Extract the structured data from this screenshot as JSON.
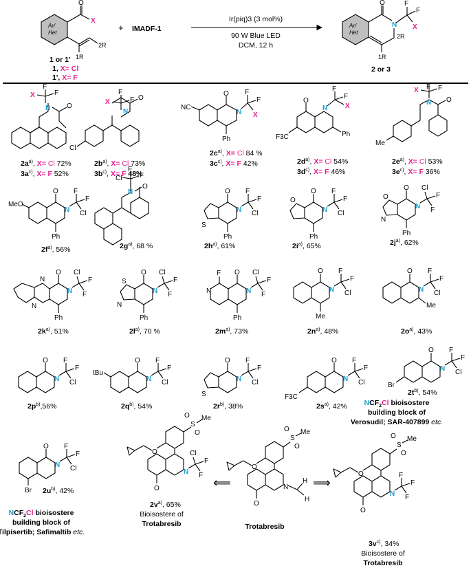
{
  "colors": {
    "pink": "#e61e8c",
    "blue": "#1ea0d2",
    "line": "#000000",
    "ring_fill": "#bfbfbf"
  },
  "header": {
    "ring_label_1": "Ar/",
    "ring_label_2": "Het",
    "x_group": "X",
    "r1": "1R",
    "r2": "2R",
    "plus": "+",
    "reagent": "IMADF-1",
    "catalyst": "Ir(piq)3 (3 mol%)",
    "light": "90 W Blue LED",
    "conditions": "DCM, 12 h",
    "sm_label": "1 or 1'",
    "sm_def1_num": "1,",
    "sm_def1_x": "X=",
    "sm_def1_val": "Cl",
    "sm_def2_num": "1',",
    "sm_def2_x": "X=",
    "sm_def2_val": "F",
    "prod_label": "2 or 3"
  },
  "products": {
    "p2a": {
      "num": "2a",
      "sup": "a)",
      "x": "X=",
      "val": "Cl",
      "yield": "72%"
    },
    "p3a": {
      "num": "3a",
      "sup": "c)",
      "x": "X=",
      "val": "F",
      "yield": "52%"
    },
    "p2b": {
      "num": "2b",
      "sup": "a)",
      "x": "X=",
      "val": "Cl",
      "yield": "73%"
    },
    "p3b": {
      "num": "3b",
      "sup": "c)",
      "x": "X=",
      "val": "F",
      "yield": "48%"
    },
    "p2c": {
      "num": "2c",
      "sup": "a)",
      "x": "X=",
      "val": "Cl",
      "yield": "84 %"
    },
    "p3c": {
      "num": "3c",
      "sup": "c)",
      "x": "X=",
      "val": "F",
      "yield": "42%"
    },
    "p2d": {
      "num": "2d",
      "sup": "a)",
      "x": "X=",
      "val": "Cl",
      "yield": "54%"
    },
    "p3d": {
      "num": "3d",
      "sup": "c)",
      "x": "X=",
      "val": "F",
      "yield": "46%"
    },
    "p2e": {
      "num": "2e",
      "sup": "a)",
      "x": "X=",
      "val": "Cl",
      "yield": "53%"
    },
    "p3e": {
      "num": "3e",
      "sup": "c)",
      "x": "X=",
      "val": "F",
      "yield": "36%"
    },
    "p2f": {
      "num": "2f",
      "sup": "a)",
      "yield": "56%"
    },
    "p2g": {
      "num": "2g",
      "sup": "a)",
      "yield": "68 %"
    },
    "p2h": {
      "num": "2h",
      "sup": "a)",
      "yield": "61%"
    },
    "p2i": {
      "num": "2i",
      "sup": "a)",
      "yield": "65%"
    },
    "p2j": {
      "num": "2j",
      "sup": "a)",
      "yield": "62%"
    },
    "p2k": {
      "num": "2k",
      "sup": "a)",
      "yield": "51%"
    },
    "p2l": {
      "num": "2l",
      "sup": "a)",
      "yield": "70 %"
    },
    "p2m": {
      "num": "2m",
      "sup": "a)",
      "yield": "73%"
    },
    "p2n": {
      "num": "2n",
      "sup": "a)",
      "yield": "48%"
    },
    "p2o": {
      "num": "2o",
      "sup": "a)",
      "yield": "43%"
    },
    "p2p": {
      "num": "2p",
      "sup": "b)",
      "yield": "56%"
    },
    "p2q": {
      "num": "2q",
      "sup": "b)",
      "yield": "54%"
    },
    "p2r": {
      "num": "2r",
      "sup": "b)",
      "yield": "38%"
    },
    "p2s": {
      "num": "2s",
      "sup": "a)",
      "yield": "42%"
    },
    "p2t": {
      "num": "2t",
      "sup": "b)",
      "yield": "54%"
    },
    "p2u": {
      "num": "2u",
      "sup": "b)",
      "yield": "42%"
    },
    "p2v": {
      "num": "2v",
      "sup": "a)",
      "yield": "65%"
    },
    "p3v": {
      "num": "3v",
      "sup": "c)",
      "yield": "34%"
    }
  },
  "atoms": {
    "O": "O",
    "N": "N",
    "F": "F",
    "Cl": "Cl",
    "X": "X",
    "Ph": "Ph",
    "MeO": "MeO",
    "NC": "NC",
    "F3C": "F3C",
    "Me": "Me",
    "S": "S",
    "Br": "Br",
    "H": "H",
    "tBu": "tBu",
    "SO2Me_S": "S",
    "SO2Me_Me": "Me"
  },
  "notes": {
    "t_line1_a": "N",
    "t_line1_b": "CF",
    "t_line1_c": "2",
    "t_line1_d": "Cl",
    "t_line1_e": " bioisostere",
    "t_line2": "building block of",
    "t_line3": "Verosudil; SAR-407899",
    "t_line3_etc": " etc.",
    "u_line3": "Tilpisertib; Safimaltib",
    "u_line3_etc": " etc.",
    "v2_line1": "Bioisostere of",
    "v2_line2": "Trotabresib",
    "center_name": "Trotabresib",
    "v3_line1": "Bioisostere  of",
    "v3_line2": "Trotabresib",
    "arrow_left": "⟸",
    "arrow_right": "⟹"
  }
}
